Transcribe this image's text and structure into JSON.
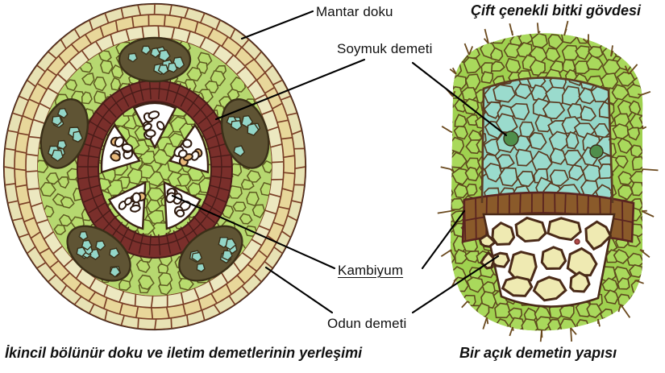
{
  "figure": {
    "kind": "botanical-cross-section-diagram",
    "language": "tr"
  },
  "titles": {
    "right_title": "Çift çenekli bitki gövdesi"
  },
  "captions": {
    "left": "İkincil bölünür doku ve iletim demetlerinin yerleşimi",
    "right": "Bir açık demetin yapısı"
  },
  "labels": [
    {
      "id": "mantar",
      "text": "Mantar doku",
      "underlined": false
    },
    {
      "id": "soymuk",
      "text": "Soymuk demeti",
      "underlined": false
    },
    {
      "id": "kambiyum",
      "text": "Kambiyum",
      "underlined": true
    },
    {
      "id": "odun",
      "text": "Odun demeti",
      "underlined": false
    }
  ],
  "colors": {
    "cork_fill": "#ece8c0",
    "cork_fill_alt": "#e3cf92",
    "cork_wall": "#6e3a26",
    "cortex_green": "#a8d35c",
    "pith_green": "#b4dd6a",
    "green_wall": "#5d5a21",
    "cambium_maroon": "#7a2f2b",
    "cambium_brown": "#8a5a2a",
    "phloem_teal": "#93d6c8",
    "phloem_teal_alt": "#6fc3b5",
    "xylem_white": "#ffffff",
    "xylem_vessel": "#eeeab0",
    "vessel_outline": "#4a2a18",
    "outline_dark": "#3a2114",
    "leader_line": "#000000",
    "text": "#111111",
    "background": "#ffffff"
  },
  "left_figure": {
    "name": "dicot-stem-cross-section",
    "shape": "oval",
    "layers": [
      {
        "name": "cork-tissue",
        "label_ref": "mantar",
        "rings": 3
      },
      {
        "name": "cortex",
        "label_ref": null,
        "rings": 2
      },
      {
        "name": "phloem-bundle",
        "label_ref": "soymuk",
        "count": 5
      },
      {
        "name": "cambium-ring",
        "label_ref": "kambiyum",
        "rings": 2
      },
      {
        "name": "xylem-bundle",
        "label_ref": "odun",
        "count": 5
      },
      {
        "name": "pith",
        "label_ref": null
      }
    ],
    "vascular_bundle_count": 5
  },
  "right_figure": {
    "name": "open-vascular-bundle",
    "regions": [
      {
        "name": "phloem",
        "label_ref": "soymuk",
        "color_key": "phloem_teal"
      },
      {
        "name": "cambium",
        "label_ref": "kambiyum",
        "color_key": "cambium_brown"
      },
      {
        "name": "xylem",
        "label_ref": "odun",
        "color_key": "xylem_white"
      },
      {
        "name": "ground-tissue",
        "label_ref": null,
        "color_key": "cortex_green"
      }
    ]
  }
}
